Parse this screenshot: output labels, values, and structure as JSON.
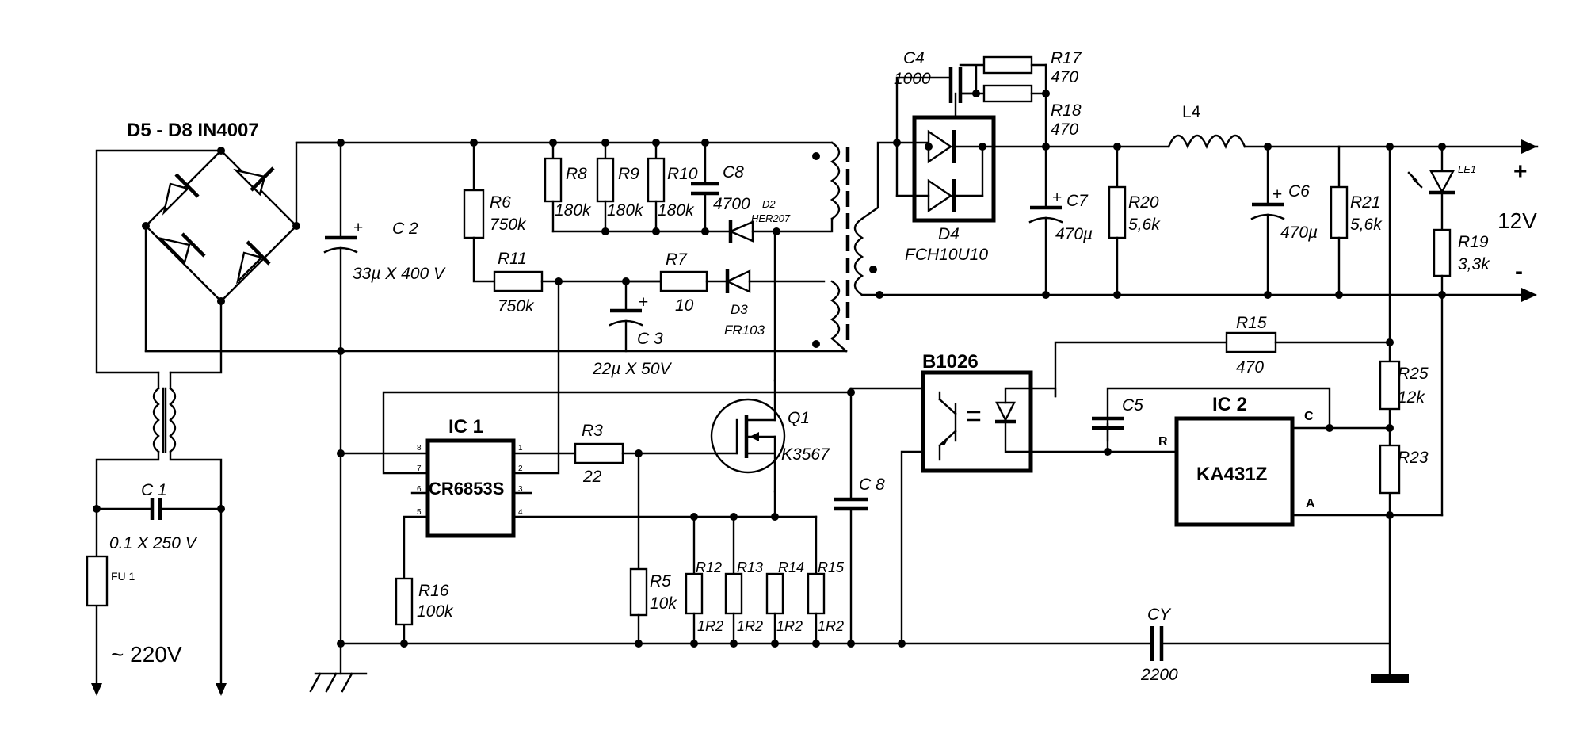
{
  "labels": {
    "bridge": "D5 - D8 IN4007",
    "c2_name": "C 2",
    "c2_value": "33µ X 400 V",
    "r6_name": "R6",
    "r6_value": "750k",
    "r11_name": "R11",
    "r11_value": "750k",
    "r8_name": "R8",
    "r8_value": "180k",
    "r9_name": "R9",
    "r9_value": "180k",
    "r10_name": "R10",
    "r10_value": "180k",
    "c8a_name": "C8",
    "c8a_value": "4700",
    "d2_name": "D2",
    "d2_value": "HER207",
    "r7_name": "R7",
    "r7_value": "10",
    "d3_name": "D3",
    "d3_value": "FR103",
    "c3_name": "C 3",
    "c3_value": "22µ X 50V",
    "c4_name": "C4",
    "c4_value": "1000",
    "r17_name": "R17",
    "r17_value": "470",
    "r18_name": "R18",
    "r18_value": "470",
    "d4_name": "D4",
    "d4_value": "FCH10U10",
    "l4_name": "L4",
    "c7_name": "C7",
    "c7_value": "470µ",
    "r20_name": "R20",
    "r20_value": "5,6k",
    "c6_name": "C6",
    "c6_value": "470µ",
    "r21_name": "R21",
    "r21_value": "5,6k",
    "le1_name": "LE1",
    "r19_name": "R19",
    "r19_value": "3,3k",
    "out_plus": "+",
    "out_minus": "-",
    "out_voltage": "12V",
    "r15a_name": "R15",
    "r15a_value": "470",
    "r25_name": "R25",
    "r25_value": "12k",
    "r23_name": "R23",
    "opto_name": "B1026",
    "c5_name": "C5",
    "ic2_name": "IC 2",
    "ic2_chip": "KA431Z",
    "ic2_pin_c": "C",
    "ic2_pin_r": "R",
    "ic2_pin_a": "A",
    "ic1_name": "IC 1",
    "ic1_chip": "CR6853S",
    "r3_name": "R3",
    "r3_value": "22",
    "q1_name": "Q1",
    "q1_value": "K3567",
    "c8b_name": "C 8",
    "r5_name": "R5",
    "r5_value": "10k",
    "r12_name": "R12",
    "r12_value": "1R2",
    "r13_name": "R13",
    "r13_value": "1R2",
    "r14_name": "R14",
    "r14_value": "1R2",
    "r15b_name": "R15",
    "r15b_value": "1R2",
    "r16_name": "R16",
    "r16_value": "100k",
    "c1_name": "C 1",
    "c1_value": "0.1 X 250 V",
    "fu1_name": "FU 1",
    "mains": "~ 220V",
    "cy_name": "CY",
    "cy_value": "2200"
  },
  "ic1_pins": [
    "1",
    "2",
    "3",
    "4",
    "5",
    "6",
    "7",
    "8"
  ]
}
